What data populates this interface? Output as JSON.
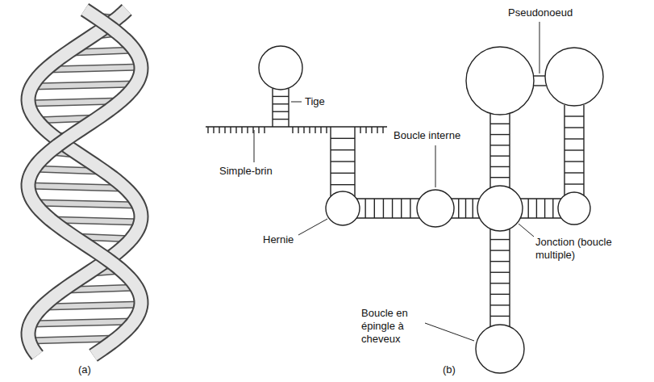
{
  "diagram": {
    "labels": [
      "(a)",
      "(b)",
      "Tige",
      "Simple-brin",
      "Boucle interne",
      "Pseudonoeud",
      "Hernie",
      "Jonction (boucle multiple)",
      "Boucle en épingle à cheveux"
    ]
  }
}
